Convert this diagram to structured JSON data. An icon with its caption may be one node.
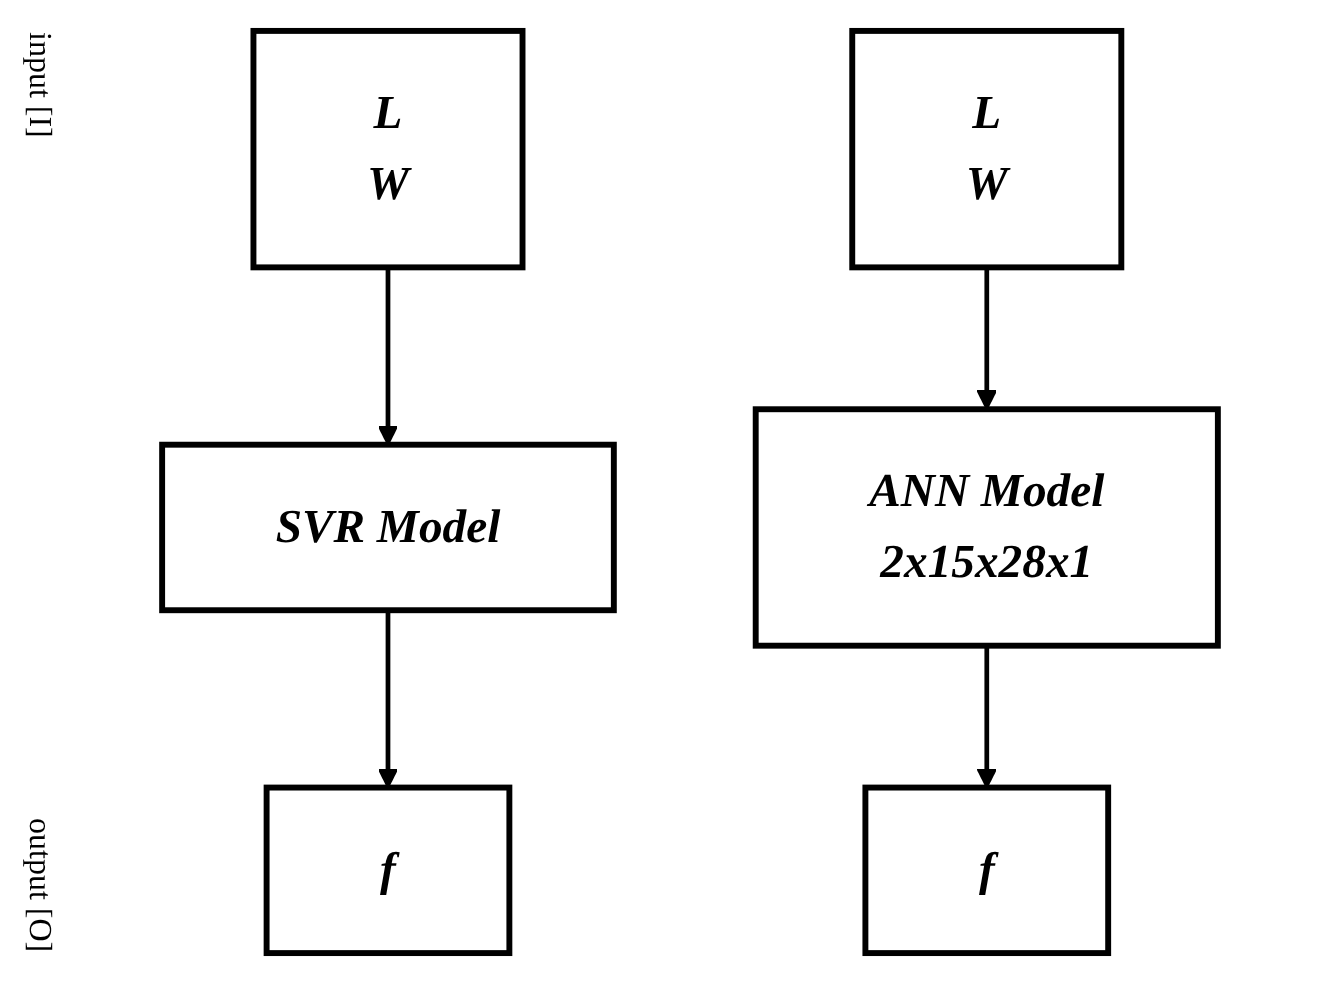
{
  "diagram": {
    "nodes": [
      {
        "text": [
          "L",
          "W"
        ]
      },
      {
        "text": [
          "L",
          "W"
        ]
      },
      {
        "text": [
          "SVR Model"
        ]
      },
      {
        "text": [
          "ANN Model",
          "2x15x28x1"
        ]
      },
      {
        "text": [
          "f"
        ]
      },
      {
        "text": [
          "f"
        ]
      }
    ],
    "edges": [
      {
        "from": 0,
        "to": 2,
        "arrow": "to"
      },
      {
        "from": 1,
        "to": 3,
        "arrow": "to"
      },
      {
        "from": 2,
        "to": 4,
        "arrow": "to"
      },
      {
        "from": 3,
        "to": 5,
        "arrow": "to"
      }
    ],
    "labels": [
      "input [I]",
      "output [O]"
    ]
  }
}
